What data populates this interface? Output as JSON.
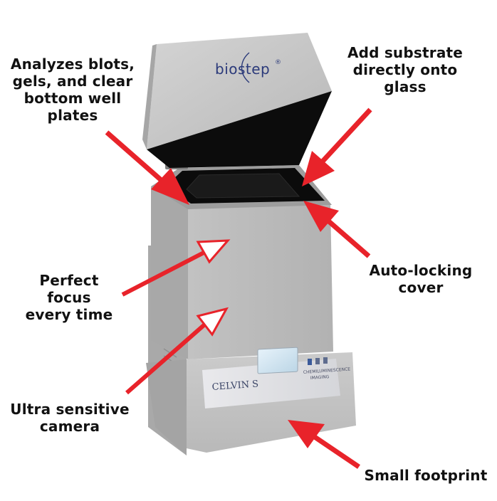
{
  "brand": {
    "logo_text": "biostep",
    "registered_mark": "®"
  },
  "device": {
    "model_name": "CELVIN S",
    "panel_caption_line1": "CHEMILUMINESCENCE",
    "panel_caption_line2": "IMAGING"
  },
  "callouts": {
    "analyzes": "Analyzes blots,\ngels, and clear\nbottom well\nplates",
    "substrate": "Add substrate\ndirectly onto\nglass",
    "focus": "Perfect\nfocus\nevery time",
    "locking": "Auto-locking\ncover",
    "camera": "Ultra sensitive\ncamera",
    "footprint": "Small footprint"
  },
  "colors": {
    "arrow": "#e8232a",
    "device_light": "#c9c9c9",
    "device_mid": "#b5b5b5",
    "device_dark": "#9f9f9f",
    "interior": "#0b0b0b",
    "logo_blue": "#2b3a7a"
  }
}
